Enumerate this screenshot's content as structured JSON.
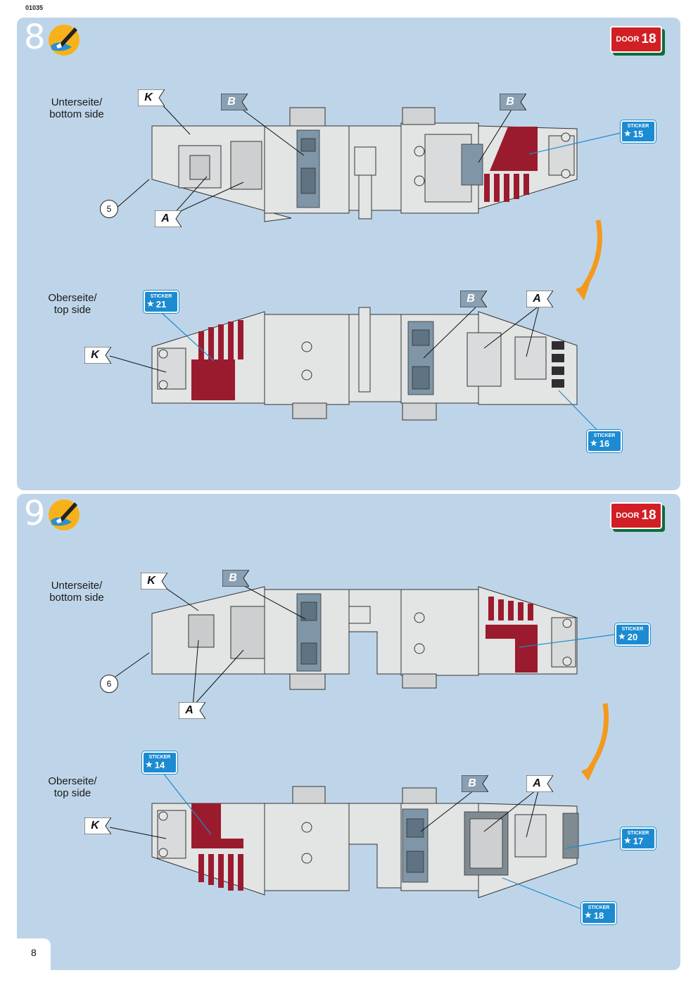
{
  "doc": {
    "code": "01035",
    "page_number": "8"
  },
  "steps": [
    {
      "number": "8",
      "door": {
        "word": "DOOR",
        "number": "18"
      },
      "bottom_label": "Unterseite/\nbottom side",
      "top_label": "Oberseite/\ntop side",
      "callout_number": "5",
      "flags": {
        "k": "K",
        "a": "A",
        "b": "B"
      },
      "stickers": [
        {
          "word": "STICKER",
          "number": "15"
        },
        {
          "word": "STICKER",
          "number": "21"
        },
        {
          "word": "STICKER",
          "number": "16"
        }
      ]
    },
    {
      "number": "9",
      "door": {
        "word": "DOOR",
        "number": "18"
      },
      "bottom_label": "Unterseite/\nbottom side",
      "top_label": "Oberseite/\ntop side",
      "callout_number": "6",
      "flags": {
        "k": "K",
        "a": "A",
        "b": "B"
      },
      "stickers": [
        {
          "word": "STICKER",
          "number": "20"
        },
        {
          "word": "STICKER",
          "number": "14"
        },
        {
          "word": "STICKER",
          "number": "17"
        },
        {
          "word": "STICKER",
          "number": "18"
        }
      ]
    }
  ],
  "colors": {
    "panel": "#bed5e9",
    "part": "#e3e4e4",
    "decal_red": "#9b1b2e",
    "decal_gray": "#7f96a8",
    "sticker_blue": "#1c8bd1",
    "arrow_orange": "#f39a1e",
    "door_red": "#d11f25"
  }
}
